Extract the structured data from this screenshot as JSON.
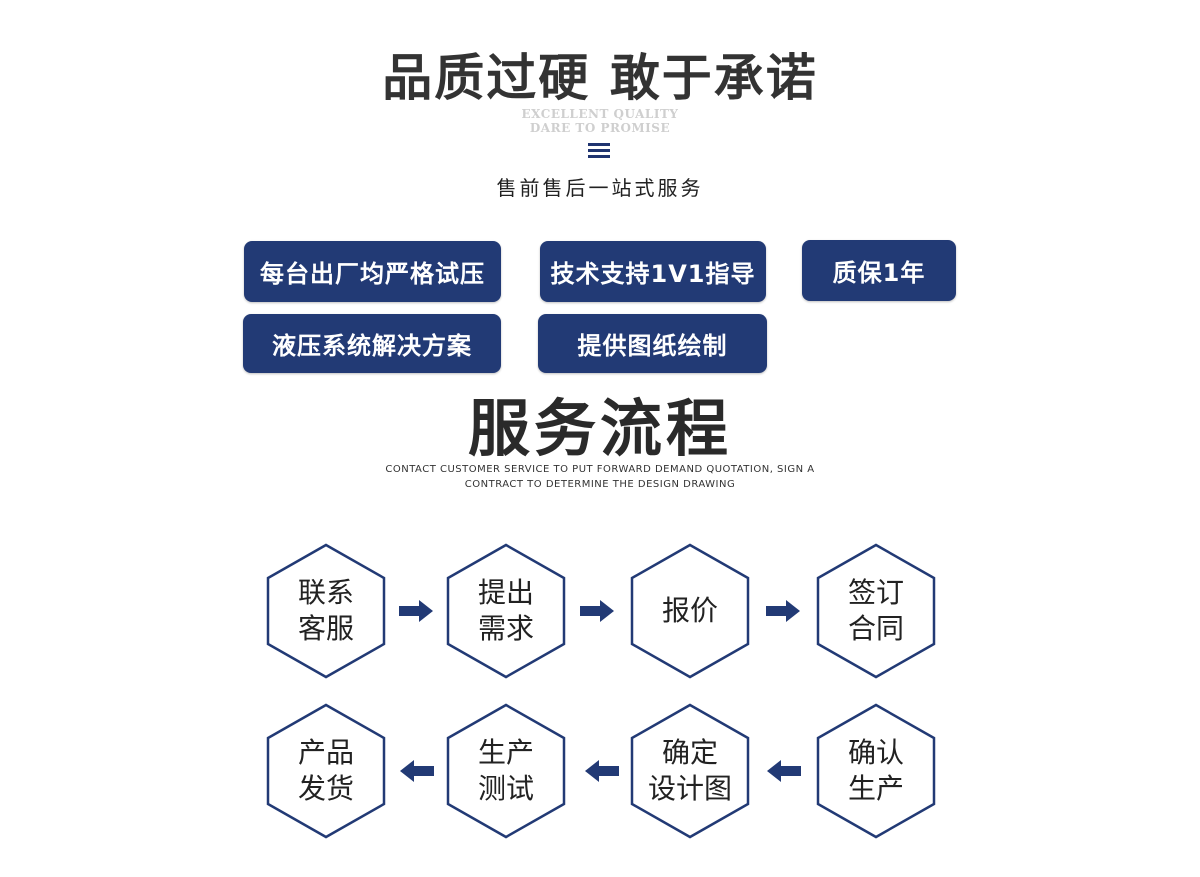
{
  "header": {
    "title": "品质过硬  敢于承诺",
    "subtitle_en_line1": "EXCELLENT QUALITY",
    "subtitle_en_line2": "DARE TO PROMISE",
    "menu_icon": "menu-icon",
    "tagline": "售前售后一站式服务"
  },
  "features": [
    "每台出厂均严格试压",
    "技术支持1V1指导",
    "质保1年",
    "液压系统解决方案",
    "提供图纸绘制"
  ],
  "process": {
    "title": "服务流程",
    "subtitle_en_line1": "CONTACT CUSTOMER SERVICE TO PUT FORWARD DEMAND QUOTATION, SIGN A",
    "subtitle_en_line2": "CONTRACT TO DETERMINE THE DESIGN DRAWING",
    "steps": [
      {
        "line1": "联系",
        "line2": "客服"
      },
      {
        "line1": "提出",
        "line2": "需求"
      },
      {
        "line1": "报价",
        "line2": ""
      },
      {
        "line1": "签订",
        "line2": "合同"
      },
      {
        "line1": "确认",
        "line2": "生产"
      },
      {
        "line1": "确定",
        "line2": "设计图"
      },
      {
        "line1": "生产",
        "line2": "测试"
      },
      {
        "line1": "产品",
        "line2": "发货"
      }
    ]
  },
  "colors": {
    "accent": "#223a75",
    "hex_stroke": "#223a75",
    "title": "#333333"
  }
}
